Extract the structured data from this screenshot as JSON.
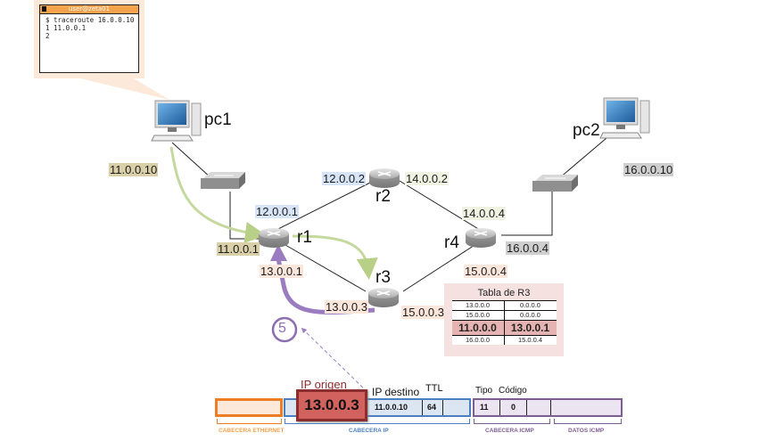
{
  "terminal": {
    "title": "user@zeta01",
    "lines": [
      "$ traceroute 16.0.0.10",
      "1 11.0.0.1",
      "2"
    ]
  },
  "nodes": {
    "pc1": "pc1",
    "pc2": "pc2",
    "r1": "r1",
    "r2": "r2",
    "r3": "r3",
    "r4": "r4"
  },
  "addresses": {
    "pc1": "11.0.0.10",
    "pc2": "16.0.0.10",
    "r1_lan": "11.0.0.1",
    "r1_r2": "12.0.0.1",
    "r1_r3": "13.0.0.1",
    "r2_r1": "12.0.0.2",
    "r2_r4": "14.0.0.2",
    "r3_r1": "13.0.0.3",
    "r3_r4": "15.0.0.3",
    "r4_r2": "14.0.0.4",
    "r4_r3": "15.0.0.4",
    "r4_lan": "16.0.0.4"
  },
  "routing_table": {
    "title": "Tabla de R3",
    "rows": [
      {
        "dest": "13.0.0.0",
        "next_hop": "0.0.0.0",
        "highlighted": false
      },
      {
        "dest": "15.0.0.0",
        "next_hop": "0.0.0.0",
        "highlighted": false
      },
      {
        "dest": "11.0.0.0",
        "next_hop": "13.0.0.1",
        "highlighted": true
      },
      {
        "dest": "16.0.0.0",
        "next_hop": "15.0.0.4",
        "highlighted": false
      }
    ]
  },
  "step": "5",
  "packet": {
    "ip_origen_label": "IP origen",
    "ip_origen": "13.0.0.3",
    "ip_destino_label": "IP destino",
    "ip_destino": "11.0.0.10",
    "ttl_label": "TTL",
    "ttl": "64",
    "tipo_label": "Tipo",
    "tipo": "11",
    "codigo_label": "Código",
    "codigo": "0",
    "captions": {
      "ethernet": "CABECERA ETHERNET",
      "ip": "CABECERA IP",
      "icmp": "CABECERA ICMP",
      "datos": "DATOS ICMP"
    }
  },
  "colors": {
    "ethernet": "#ee7d24",
    "ip": "#4a7fc1",
    "icmp": "#7c5e93",
    "return_path": "#9b7cc0",
    "forward_path": "#c5d89e",
    "ip_origen_fill": "#d1625e"
  }
}
